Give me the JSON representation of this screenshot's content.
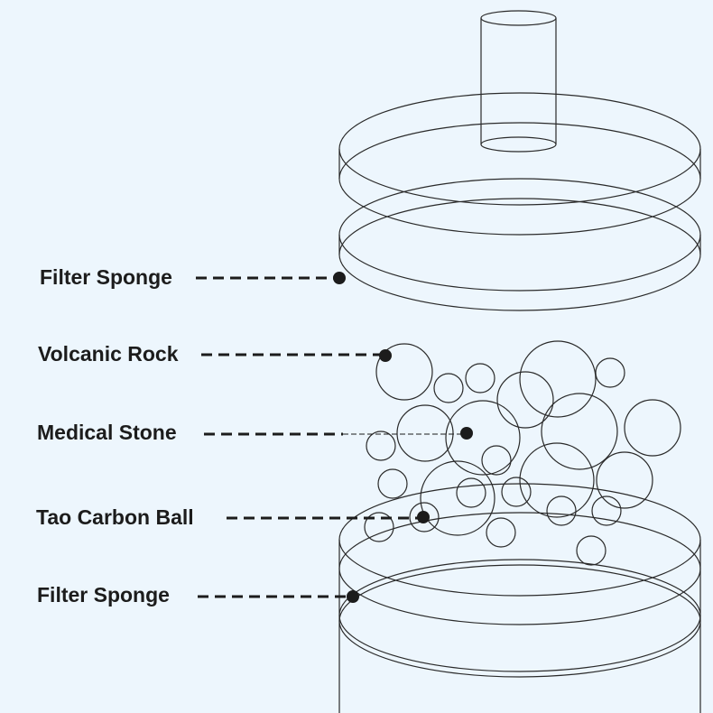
{
  "labels": {
    "filter_sponge_top": "Filter Sponge",
    "volcanic_rock": "Volcanic Rock",
    "medical_stone": "Medical Stone",
    "tao_carbon_ball": "Tao Carbon Ball",
    "filter_sponge_bottom": "Filter Sponge"
  },
  "colors": {
    "background": "#edf6fd",
    "line": "#2a2a2a",
    "text": "#1c1c1c"
  }
}
